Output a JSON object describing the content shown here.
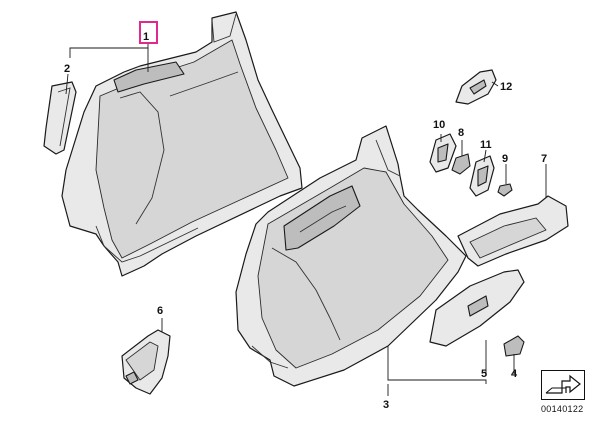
{
  "callouts": [
    "1",
    "2",
    "3",
    "4",
    "5",
    "6",
    "7",
    "8",
    "9",
    "10",
    "11",
    "12"
  ],
  "document_number": "00140122",
  "colors": {
    "highlight": "#e0298c",
    "line": "#1a1a1a",
    "part_fill": "#e9e9e9"
  }
}
